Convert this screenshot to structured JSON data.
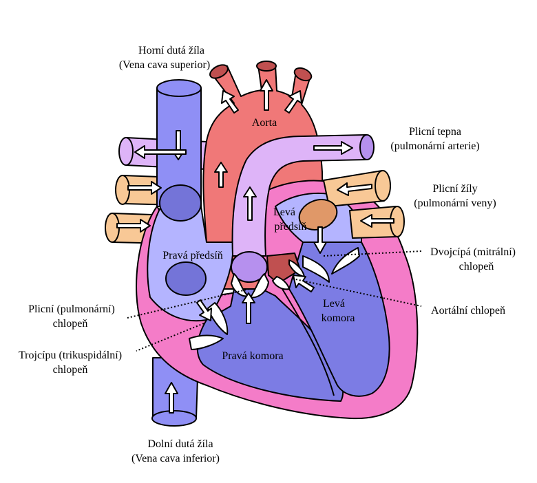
{
  "labels": {
    "svc_1": "Horní dutá žíla",
    "svc_2": "(Vena cava superior)",
    "aorta": "Aorta",
    "pa_1": "Plicní tepna",
    "pa_2": "(pulmonární arterie)",
    "pv_1": "Plicní žíly",
    "pv_2": "(pulmonární veny)",
    "la_1": "Levá",
    "la_2": "předsíň",
    "ra": "Pravá předsíň",
    "mitral_1": "Dvojcípá (mitrální)",
    "mitral_2": "chlopeň",
    "aortic_valve": "Aortální chlopeň",
    "pulm_valve_1": "Plicní (pulmonární)",
    "pulm_valve_2": "chlopeň",
    "lv_1": "Levá",
    "lv_2": "komora",
    "tricuspid_1": "Trojcípu (trikuspidální)",
    "tricuspid_2": "chlopeň",
    "rv": "Pravá komora",
    "ivc_1": "Dolní dutá žíla",
    "ivc_2": "(Vena cava inferior)"
  },
  "colors": {
    "vein_blue": "#8f8ff5",
    "vein_blue_dark": "#7474d8",
    "ra_fill": "#b4b4ff",
    "rv_fill": "#7c7ce4",
    "aorta_red": "#f07878",
    "aorta_dark": "#c05050",
    "pulmonary_artery": "#deb4f8",
    "pulmonary_vein": "#f8c896",
    "pv_opening": "#e09868",
    "myocardium_pink": "#f47cc8",
    "valve_purple": "#b690ee"
  }
}
